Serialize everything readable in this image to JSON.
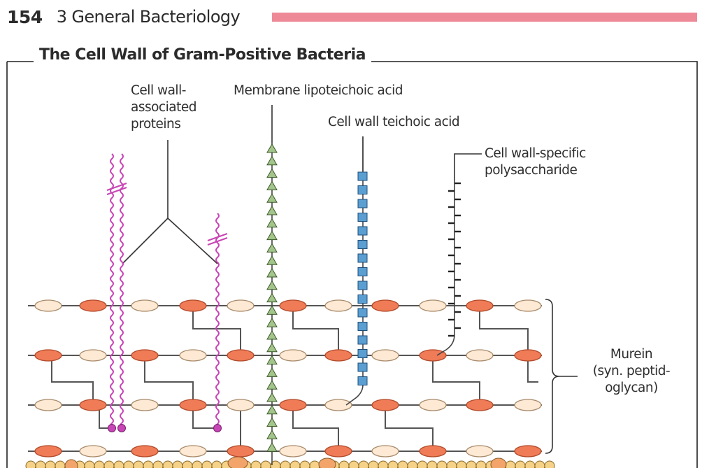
{
  "header": {
    "page_number": "154",
    "chapter_title": "3 General Bacteriology",
    "accent_color": "#ee8a98"
  },
  "figure": {
    "title": "The Cell Wall of Gram-Positive Bacteria",
    "labels": {
      "proteins": [
        "Cell wall-",
        "associated",
        "proteins"
      ],
      "lipoteichoic": "Membrane lipoteichoic acid",
      "teichoic": "Cell wall teichoic acid",
      "polysaccharide": [
        "Cell wall-specific",
        "polysaccharide"
      ],
      "murein": [
        "Murein",
        "(syn. peptid-",
        "oglycan)"
      ]
    },
    "colors": {
      "glycan_dark": "#ef7b57",
      "glycan_light": "#fde9d4",
      "protein": "#c845b6",
      "lipoteichoic": "#a3c48a",
      "teichoic": "#5b9fd2",
      "membrane": "#f5d287"
    }
  }
}
